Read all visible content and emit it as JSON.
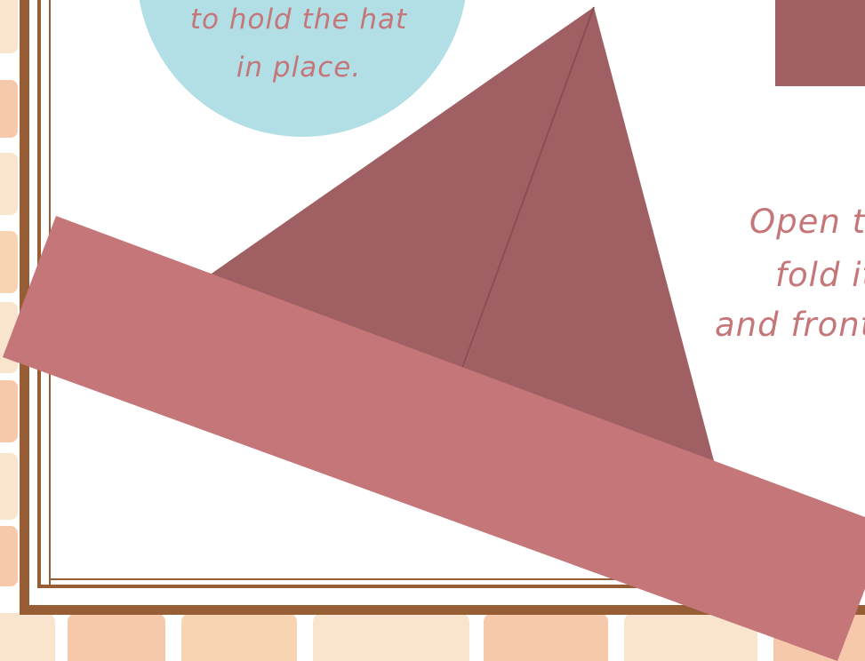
{
  "circle_note": {
    "line1": "to hold the hat",
    "line2": "in place."
  },
  "instruction": {
    "line1": "Open the",
    "line2": "fold it u",
    "line3": "and front."
  },
  "colors": {
    "background": "#ffffff",
    "frame_outer": "#975e35",
    "frame_inner": "#975e35",
    "circle": "#b1dfe5",
    "hat_body": "#a06063",
    "hat_crease": "#8a4d51",
    "hat_band": "#c47679",
    "text": "#c47679",
    "tiles": [
      "#f9e5cd",
      "#f7c9ab",
      "#f6dfc5",
      "#f7d5b2"
    ]
  },
  "icons": {
    "hat": "paper-hat-illustration",
    "square": "square-swatch"
  }
}
